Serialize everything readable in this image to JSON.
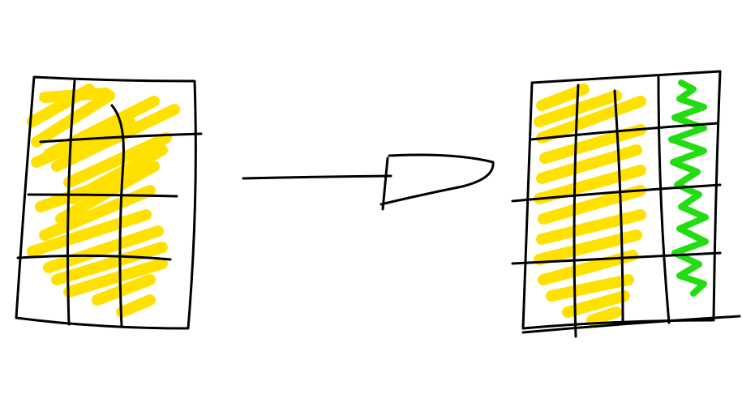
{
  "diagram": {
    "description_visible_text": "",
    "colors": {
      "background": "#ffffff",
      "line": "#000000",
      "highlight_yellow": "#ffe100",
      "highlight_green": "#22dd11"
    },
    "source_grid": {
      "columns": 3,
      "rows": 4,
      "highlighted_columns": [
        1,
        2,
        3
      ],
      "highlight_color": "yellow"
    },
    "result_grid": {
      "columns": 4,
      "rows": 4,
      "highlighted_columns": [
        1,
        2
      ],
      "yellow_columns": [
        1,
        2
      ],
      "green_columns": [
        4
      ]
    },
    "connector": "arrow-right"
  }
}
